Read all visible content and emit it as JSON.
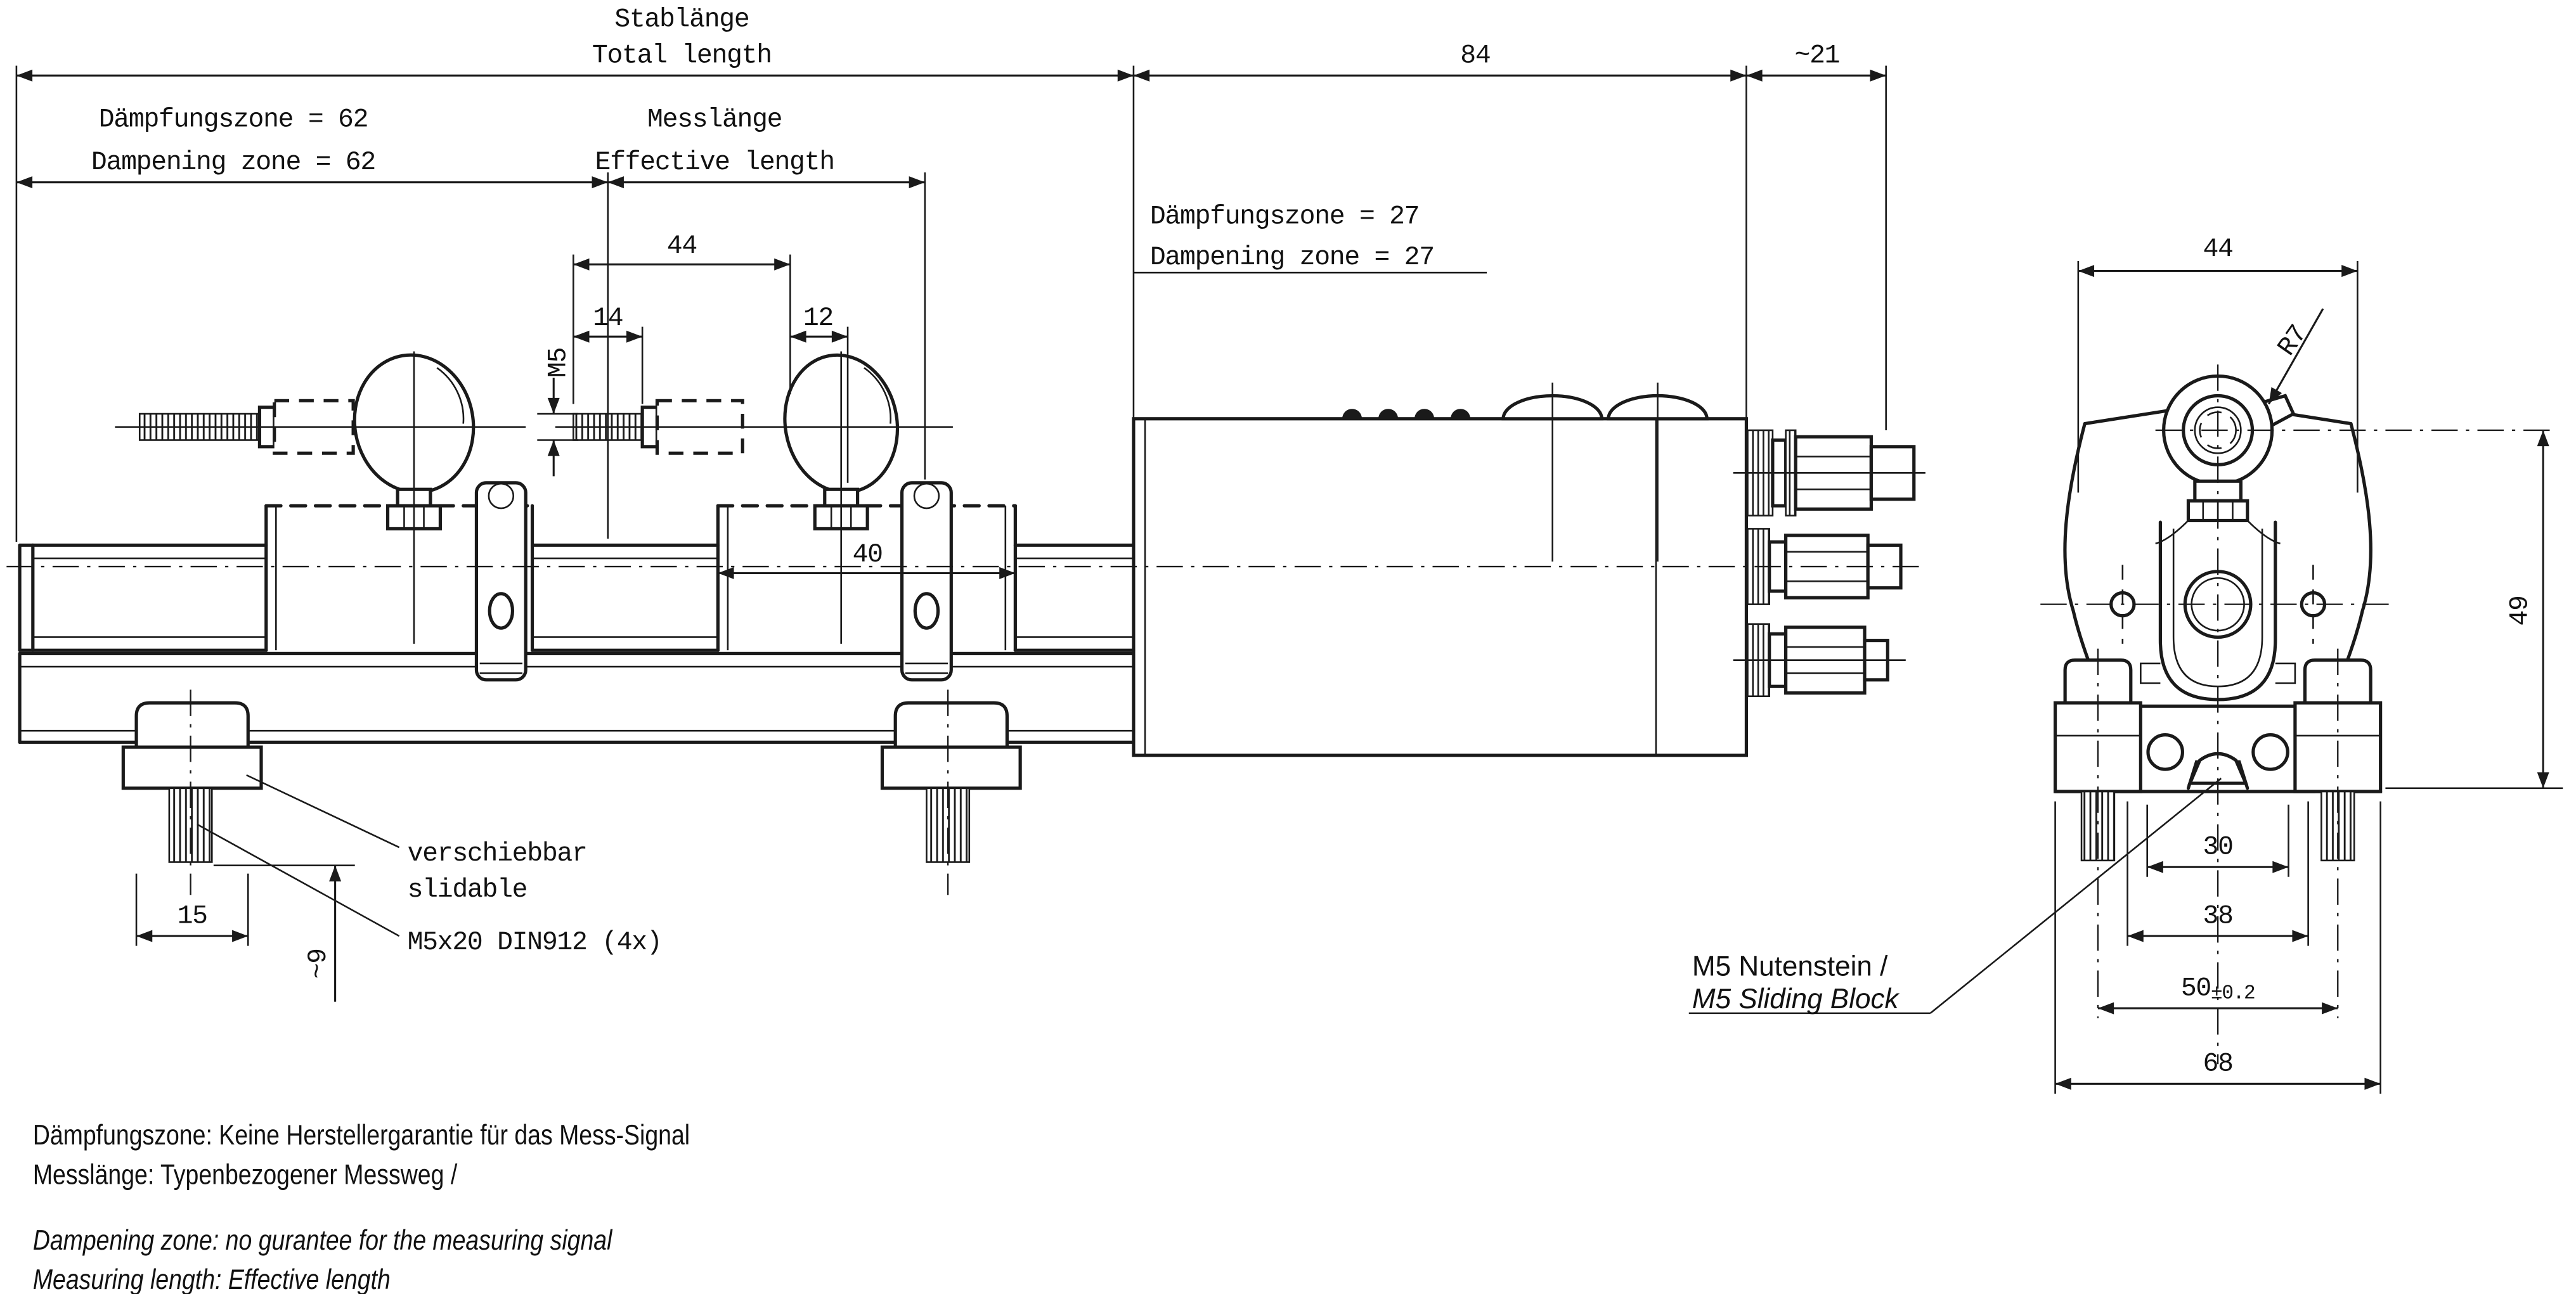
{
  "drawing": {
    "side_view": {
      "dims": {
        "total_length_de": "Stablänge",
        "total_length_en": "Total length",
        "damping_left_de": "Dämpfungszone = 62",
        "damping_left_en": "Dampening zone = 62",
        "effective_de": "Messlänge",
        "effective_en": "Effective length",
        "dim_84": "84",
        "dim_21": "~21",
        "damping_right_de": "Dämpfungszone = 27",
        "damping_right_en": "Dampening zone = 27",
        "dim_44": "44",
        "dim_14": "14",
        "dim_12": "12",
        "thread_label": "M5",
        "dim_40": "40",
        "dim_15": "15",
        "dim_9": "~9",
        "slidable_de": "verschiebbar",
        "slidable_en": "slidable",
        "screw_spec": "M5x20 DIN912 (4x)"
      }
    },
    "end_view": {
      "dims": {
        "dim_44": "44",
        "radius": "R7",
        "dim_49": "49",
        "dim_30": "30",
        "dim_38": "38",
        "dim_50": "50",
        "dim_50_tol": "±0.2",
        "dim_68": "68",
        "sliding_block_de": "M5 Nutenstein /",
        "sliding_block_en": "M5 Sliding Block"
      }
    },
    "notes": {
      "de_line1": "Dämpfungszone: Keine Herstellergarantie für das Mess-Signal",
      "de_line2": "Messlänge: Typenbezogener Messweg /",
      "en_line1": "Dampening zone: no gurantee for the measuring signal",
      "en_line2": "Measuring length: Effective length"
    },
    "colors": {
      "line": "#1a1a1a",
      "background": "#ffffff"
    }
  }
}
